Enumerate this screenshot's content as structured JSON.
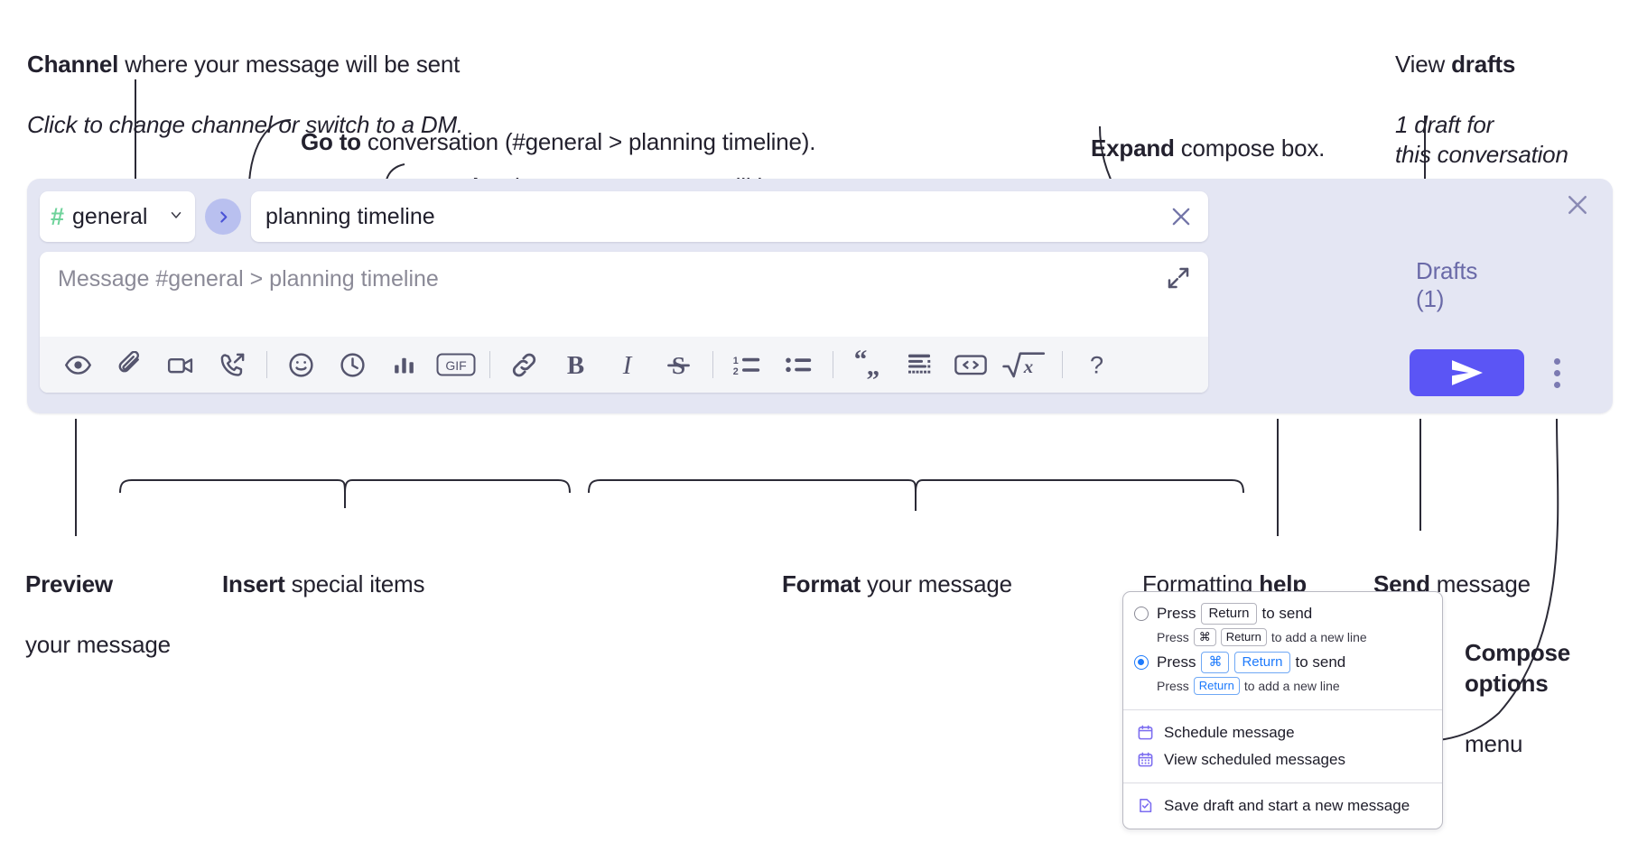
{
  "annotations": {
    "channel": {
      "strong": "Channel",
      "rest": " where your message will be sent",
      "italic": "Click to change channel or switch to a DM."
    },
    "goto": {
      "strong": "Go to",
      "rest": " conversation (#general > planning timeline)."
    },
    "topic": {
      "strong": "Topic",
      "rest": " where your message will be sent"
    },
    "expand": {
      "strong": "Expand",
      "rest": " compose box."
    },
    "drafts": {
      "plain": "View ",
      "strong": "drafts",
      "italic": "1 draft for\nthis conversation"
    },
    "preview": {
      "strong": "Preview",
      "rest": "your message"
    },
    "insert": {
      "strong": "Insert",
      "rest": " special items"
    },
    "format": {
      "strong": "Format",
      "rest": " your message"
    },
    "help": {
      "plain": "Formatting ",
      "strong": "help"
    },
    "send": {
      "strong": "Send",
      "rest": " message"
    },
    "compose_options": {
      "strong": "Compose\noptions",
      "rest": "menu"
    }
  },
  "compose": {
    "close_label": "close-compose",
    "channel": {
      "hash": "#",
      "name": "general",
      "chevron": "chevron-down-icon"
    },
    "goto_button": "go-to-conversation",
    "topic": {
      "value": "planning timeline",
      "clear": "clear-topic"
    },
    "message": {
      "placeholder": "Message #general > planning timeline",
      "value": "",
      "expand": "expand-icon"
    },
    "toolbar": [
      {
        "name": "preview-icon",
        "label": "Preview"
      },
      {
        "name": "attachment-icon",
        "label": "Attach file"
      },
      {
        "name": "video-icon",
        "label": "Record video clip"
      },
      {
        "name": "call-icon",
        "label": "Call"
      },
      {
        "name": "separator",
        "label": ""
      },
      {
        "name": "emoji-icon",
        "label": "Emoji"
      },
      {
        "name": "clock-icon",
        "label": "Reminder"
      },
      {
        "name": "poll-icon",
        "label": "Poll"
      },
      {
        "name": "gif-icon",
        "label": "GIF"
      },
      {
        "name": "separator",
        "label": ""
      },
      {
        "name": "link-icon",
        "label": "Link"
      },
      {
        "name": "bold-icon",
        "label": "B"
      },
      {
        "name": "italic-icon",
        "label": "I"
      },
      {
        "name": "strikethrough-icon",
        "label": "S"
      },
      {
        "name": "separator",
        "label": ""
      },
      {
        "name": "ordered-list-icon",
        "label": "Ordered list"
      },
      {
        "name": "bulleted-list-icon",
        "label": "Bulleted list"
      },
      {
        "name": "separator",
        "label": ""
      },
      {
        "name": "blockquote-icon",
        "label": "Blockquote"
      },
      {
        "name": "code-block-icon",
        "label": "Code block"
      },
      {
        "name": "inline-code-icon",
        "label": "Inline code"
      },
      {
        "name": "latex-icon",
        "label": "LaTeX"
      },
      {
        "name": "separator",
        "label": ""
      },
      {
        "name": "help-icon",
        "label": "?"
      }
    ],
    "drafts_link": "Drafts (1)",
    "send_button": "send-icon",
    "options_button": "kebab-menu-icon"
  },
  "options_menu": {
    "radio_options": [
      {
        "selected": false,
        "main_pre": "Press",
        "main_key": "Return",
        "main_post": "to send",
        "sub_pre": "Press",
        "sub_key1": "⌘",
        "sub_key2": "Return",
        "sub_post": "to add a new line"
      },
      {
        "selected": true,
        "main_pre": "Press",
        "main_key1": "⌘",
        "main_key2": "Return",
        "main_post": "to send",
        "sub_pre": "Press",
        "sub_key": "Return",
        "sub_post": "to add a new line"
      }
    ],
    "items_group1": [
      {
        "icon": "calendar-icon",
        "label": "Schedule message"
      },
      {
        "icon": "calendar-grid-icon",
        "label": "View scheduled messages"
      }
    ],
    "items_group2": [
      {
        "icon": "save-draft-icon",
        "label": "Save draft and start a new message"
      }
    ]
  },
  "colors": {
    "compose_bg": "#e4e6f3",
    "send_purple": "#5b55f5",
    "goto_blue": "#b9c0ef",
    "hash_green": "#6fd39b",
    "drafts_text": "#6a6aa8",
    "radio_blue": "#1d7afc",
    "menu_icon_purple": "#7c6df0"
  }
}
